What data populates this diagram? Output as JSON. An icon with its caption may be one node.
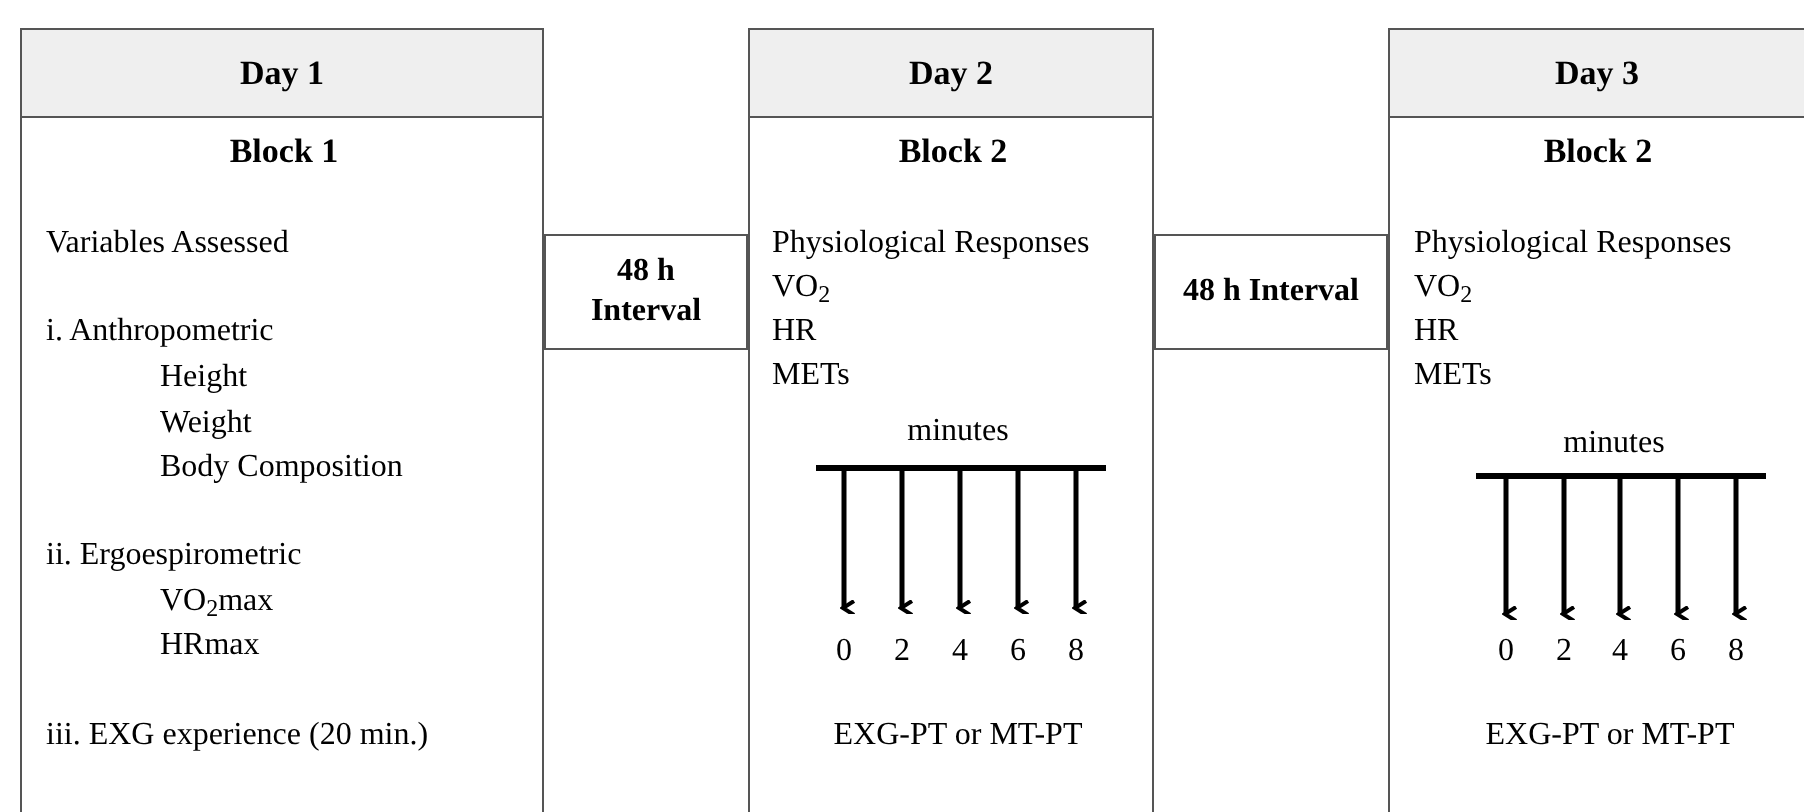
{
  "diagram": {
    "nodes": [
      {
        "text": [
          "Day 1",
          "Block 1",
          "Variables Assessed",
          "i. Anthropometric",
          "Height",
          "Weight",
          "Body Composition",
          "ii. Ergoespirometric",
          "VO$_{2}$max",
          "HRmax",
          "iii. EXG experience (20 min.)"
        ]
      },
      {
        "text": [
          "48 h Interval"
        ]
      },
      {
        "text": [
          "Day 2",
          "Block 2",
          "Physiological Responses",
          "VO$_{2}$",
          "HR",
          "METs",
          "minutes",
          "0",
          "2",
          "4",
          "6",
          "8",
          "EXG-PT or MT-PT"
        ]
      },
      {
        "text": [
          "48 h Interval"
        ]
      },
      {
        "text": [
          "Day 3",
          "Block 2",
          "Physiological Responses",
          "VO$_{2}$",
          "HR",
          "METs",
          "minutes",
          "0",
          "2",
          "4",
          "6",
          "8",
          "EXG-PT or MT-PT"
        ]
      }
    ]
  }
}
